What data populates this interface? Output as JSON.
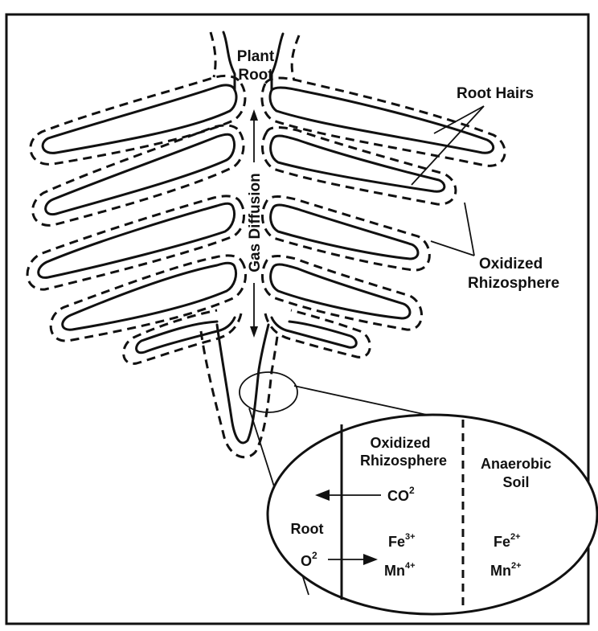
{
  "labels": {
    "plant_root_line1": "Plant",
    "plant_root_line2": "Root",
    "root_hairs": "Root Hairs",
    "gas_diffusion": "Gas Diffusion",
    "oxidized_rhizosphere_line1": "Oxidized",
    "oxidized_rhizosphere_line2": "Rhizosphere"
  },
  "inset": {
    "oxidized_line1": "Oxidized",
    "oxidized_line2": "Rhizosphere",
    "anaerobic_line1": "Anaerobic",
    "anaerobic_line2": "Soil",
    "root": "Root",
    "co2_base": "CO",
    "co2_sup": "2",
    "o2_base": "O",
    "o2_sup": "2",
    "fe_ox_base": "Fe",
    "fe_ox_sup": "3+",
    "mn_ox_base": "Mn",
    "mn_ox_sup": "4+",
    "fe_an_base": "Fe",
    "fe_an_sup": "2+",
    "mn_an_base": "Mn",
    "mn_an_sup": "2+"
  }
}
